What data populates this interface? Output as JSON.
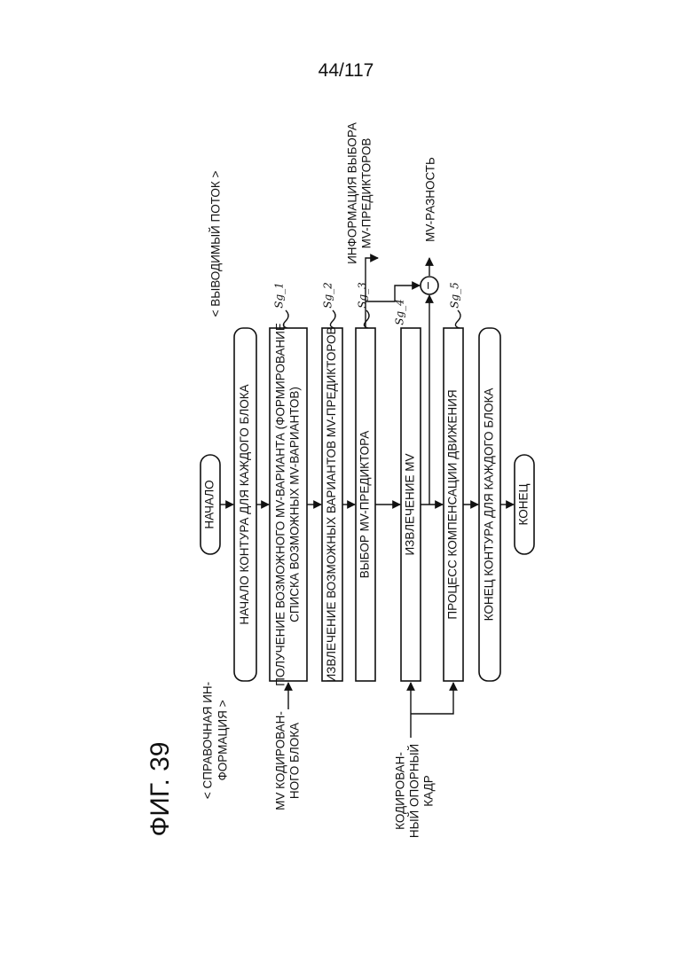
{
  "page_number": "44/117",
  "figure_label": "ФИГ. 39",
  "headers": {
    "input_line1": "< СПРАВОЧНАЯ ИН-",
    "input_line2": "ФОРМАЦИЯ >",
    "output": "< ВЫВОДИМЫЙ ПОТОК >"
  },
  "terminals": {
    "start": "НАЧАЛО",
    "end": "КОНЕЦ"
  },
  "steps": {
    "loop_start": "НАЧАЛО КОНТУРА ДЛЯ КАЖДОГО БЛОКА",
    "sg1_line1": "ПОЛУЧЕНИЕ ВОЗМОЖНОГО MV-ВАРИАНТА (ФОРМИРОВАНИЕ",
    "sg1_line2": "СПИСКА ВОЗМОЖНЫХ MV-ВАРИАНТОВ)",
    "sg2": "ИЗВЛЕЧЕНИЕ ВОЗМОЖНЫХ ВАРИАНТОВ MV-ПРЕДИКТОРОВ",
    "sg3": "ВЫБОР MV-ПРЕДИКТОРА",
    "sg4": "ИЗВЛЕЧЕНИЕ MV",
    "sg5": "ПРОЦЕСС КОМПЕНСАЦИИ ДВИЖЕНИЯ",
    "loop_end": "КОНЕЦ КОНТУРА ДЛЯ КАЖДОГО БЛОКА"
  },
  "step_ids": {
    "sg1": "Sg_1",
    "sg2": "Sg_2",
    "sg3": "Sg_3",
    "sg4": "Sg_4",
    "sg5": "Sg_5"
  },
  "inputs": {
    "mv_coded_line1": "MV КОДИРОВАН-",
    "mv_coded_line2": "НОГО БЛОКА",
    "ref_frame_line1": "КОДИРОВАН-",
    "ref_frame_line2": "НЫЙ ОПОРНЫЙ",
    "ref_frame_line3": "КАДР"
  },
  "outputs": {
    "selection_line1": "ИНФОРМАЦИЯ ВЫБОРА",
    "selection_line2": "MV-ПРЕДИКТОРОВ",
    "mv_diff": "MV-РАЗНОСТЬ"
  },
  "operator": "−"
}
